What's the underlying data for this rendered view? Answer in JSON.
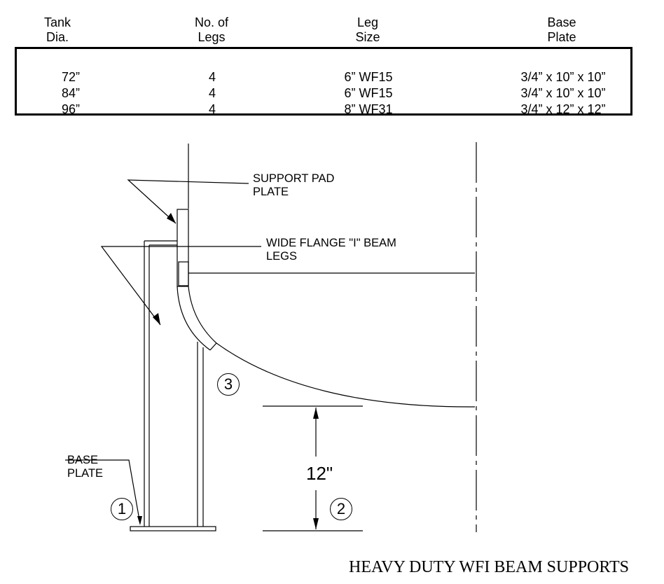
{
  "table": {
    "headers": [
      {
        "line1": "Tank",
        "line2": "Dia."
      },
      {
        "line1": "No. of",
        "line2": "Legs"
      },
      {
        "line1": "Leg",
        "line2": "Size"
      },
      {
        "line1": "Base",
        "line2": "Plate"
      }
    ],
    "rows": [
      [
        "72”",
        "4",
        "6” WF15",
        "3/4” x 10” x 10”"
      ],
      [
        "84”",
        "4",
        "6” WF15",
        "3/4” x 10” x 10”"
      ],
      [
        "96”",
        "4",
        "8” WF31",
        "3/4” x 12” x 12”"
      ]
    ]
  },
  "callouts": {
    "support_pad": {
      "line1": "SUPPORT PAD",
      "line2": "PLATE"
    },
    "beam_legs": {
      "line1": "WIDE FLANGE \"I\" BEAM",
      "line2": "LEGS"
    },
    "base_plate": {
      "line1": "BASE",
      "line2": "PLATE"
    }
  },
  "dimension": "12\"",
  "markers": [
    "1",
    "2",
    "3"
  ],
  "footer": "HEAVY DUTY WFI BEAM SUPPORTS"
}
